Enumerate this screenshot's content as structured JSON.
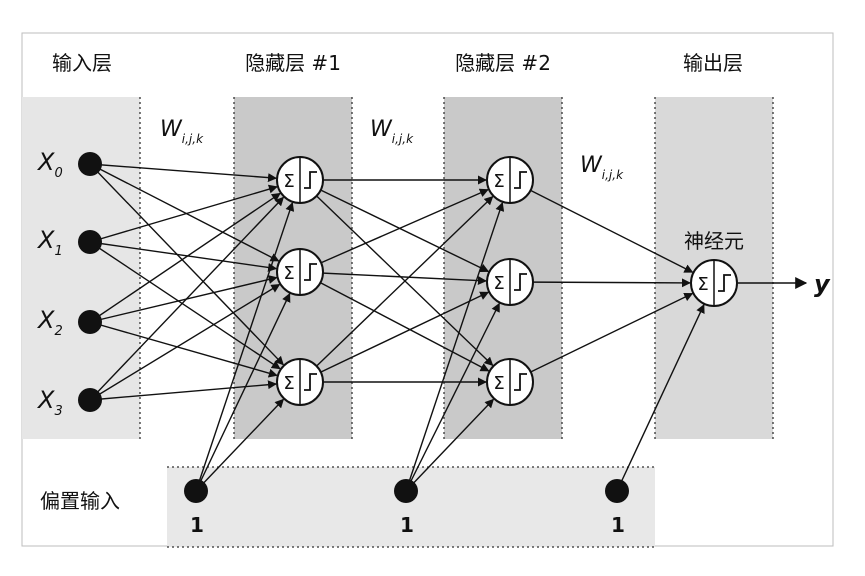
{
  "layers": {
    "input": "输入层",
    "hidden1": "隐藏层 #1",
    "hidden2": "隐藏层 #2",
    "output": "输出层"
  },
  "bias_label": "偏置输入",
  "neuron_label": "神经元",
  "output_label": "y",
  "weights": [
    {
      "main": "W",
      "sub": "i,j,k"
    },
    {
      "main": "W",
      "sub": "i,j,k"
    },
    {
      "main": "W",
      "sub": "i,j,k"
    }
  ],
  "inputs": [
    {
      "main": "X",
      "sub": "0"
    },
    {
      "main": "X",
      "sub": "1"
    },
    {
      "main": "X",
      "sub": "2"
    },
    {
      "main": "X",
      "sub": "3"
    }
  ],
  "bias_values": [
    "1",
    "1",
    "1"
  ],
  "neuron_symbols": {
    "sum": "Σ"
  }
}
